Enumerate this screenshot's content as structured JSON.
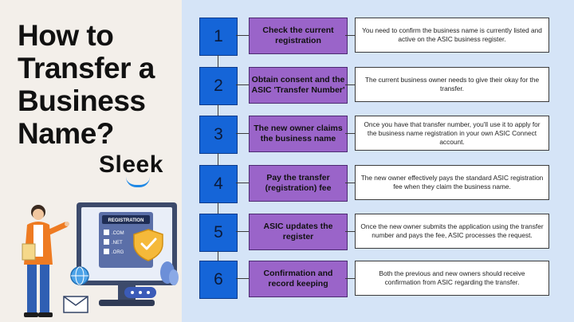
{
  "title": "How to Transfer a Business Name?",
  "brand": "Sleek",
  "illustration": {
    "panel_label": "REGISTRATION",
    "options": [
      ".COM",
      ".NET",
      ".ORG"
    ]
  },
  "steps": [
    {
      "number": "1",
      "title": "Check the current registration",
      "description": "You need to confirm the business name is currently listed and active on the ASIC business register."
    },
    {
      "number": "2",
      "title": "Obtain consent and the ASIC 'Transfer Number'",
      "description": "The current business owner needs to give their okay for the transfer."
    },
    {
      "number": "3",
      "title": "The new owner claims the business name",
      "description": "Once you have that transfer number, you'll use it to apply for the business name registration in your own ASIC Connect account."
    },
    {
      "number": "4",
      "title": "Pay the transfer (registration) fee",
      "description": "The new owner effectively pays the standard ASIC registration fee when they claim the business name."
    },
    {
      "number": "5",
      "title": "ASIC updates the register",
      "description": "Once the new owner submits the application using the transfer number and pays the fee, ASIC processes the request."
    },
    {
      "number": "6",
      "title": "Confirmation and record keeping",
      "description": "Both the previous and new owners should receive confirmation from ASIC regarding the transfer."
    }
  ],
  "colors": {
    "number_box": "#1565d8",
    "step_label": "#9a64c9",
    "right_background": "#d5e4f7",
    "left_background": "#f3efea",
    "brand_accent": "#1e88e5"
  }
}
